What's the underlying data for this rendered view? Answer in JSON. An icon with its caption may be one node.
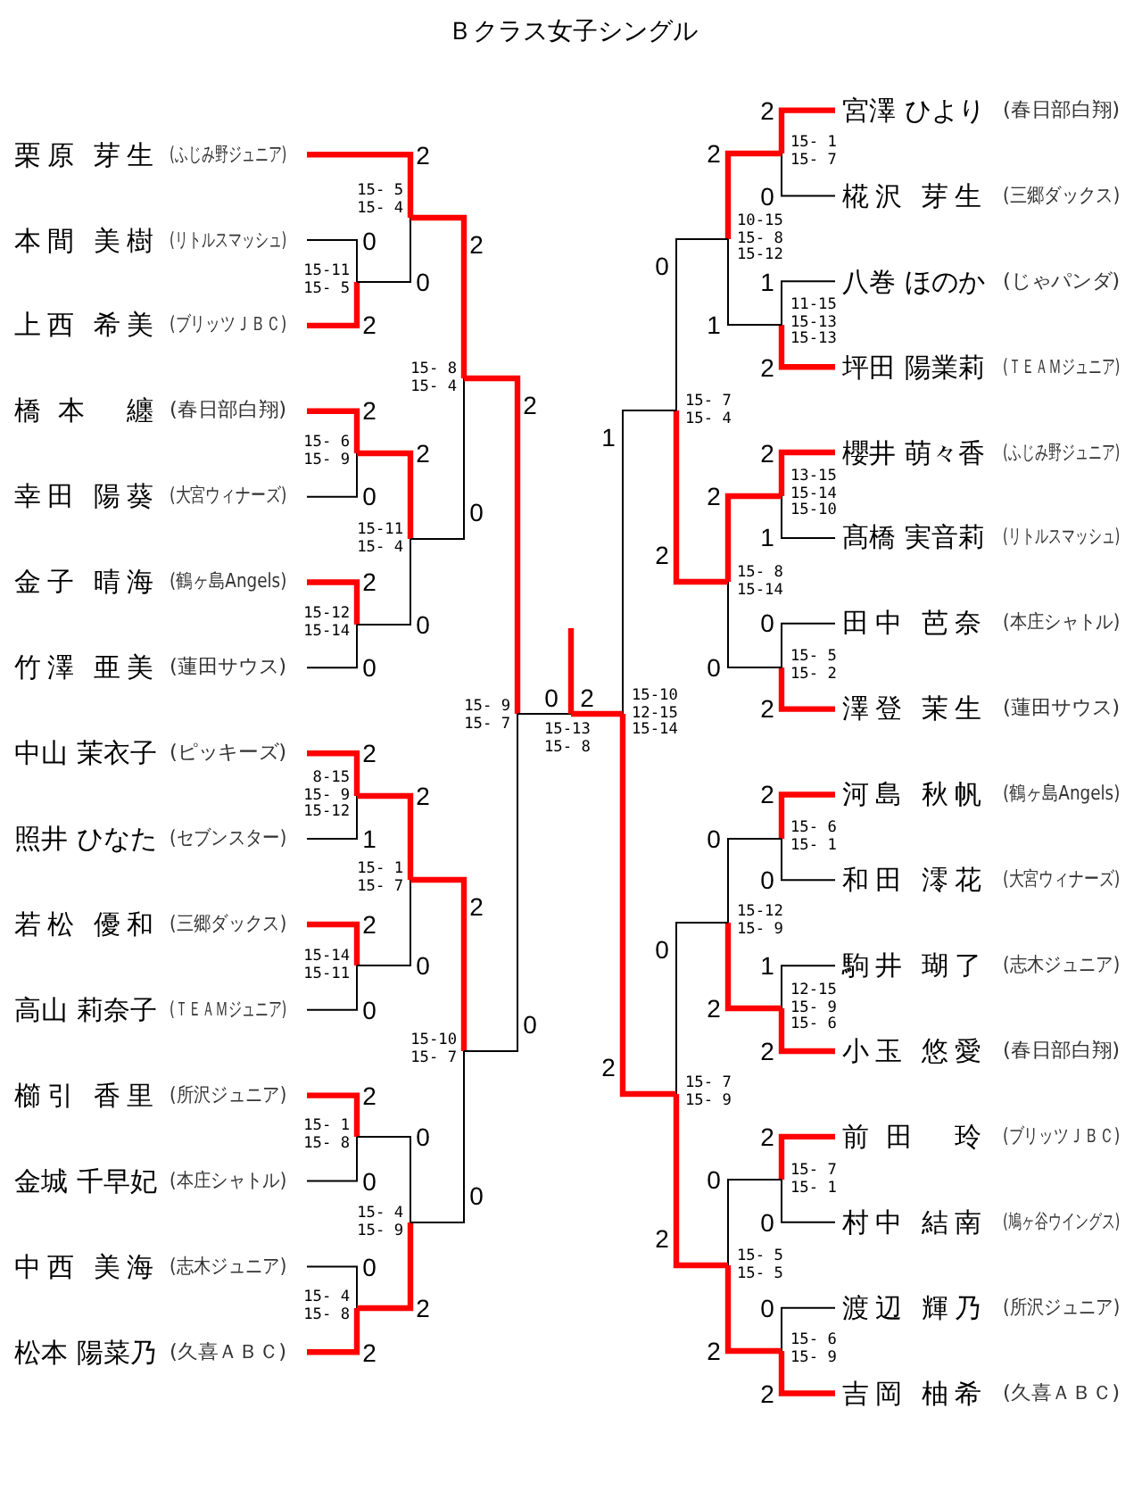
{
  "diagram": {
    "title": "Ｂクラス女子シングル",
    "nodes": [
      {
        "text": [
          "栗原 芽生",
          "(ふじみ野ジュニア)"
        ]
      },
      {
        "text": [
          "本間 美樹",
          "(リトルスマッシュ)"
        ]
      },
      {
        "text": [
          "上西 希美",
          "(ブリッツＪＢＣ)"
        ]
      },
      {
        "text": [
          "橋本 纏",
          "(春日部白翔)"
        ]
      },
      {
        "text": [
          "幸田 陽葵",
          "(大宮ウィナーズ)"
        ]
      },
      {
        "text": [
          "金子 晴海",
          "(鶴ヶ島Angels)"
        ]
      },
      {
        "text": [
          "竹澤 亜美",
          "(蓮田サウス)"
        ]
      },
      {
        "text": [
          "中山 茉衣子",
          "(ピッキーズ)"
        ]
      },
      {
        "text": [
          "照井 ひなた",
          "(セブンスター)"
        ]
      },
      {
        "text": [
          "若松 優和",
          "(三郷ダックス)"
        ]
      },
      {
        "text": [
          "高山 莉奈子",
          "(ＴＥＡＭジュニア)"
        ]
      },
      {
        "text": [
          "櫛引 香里",
          "(所沢ジュニア)"
        ]
      },
      {
        "text": [
          "金城 千早妃",
          "(本庄シャトル)"
        ]
      },
      {
        "text": [
          "中西 美海",
          "(志木ジュニア)"
        ]
      },
      {
        "text": [
          "松本 陽菜乃",
          "(久喜ＡＢＣ)"
        ]
      },
      {
        "text": [
          "宮澤 ひより",
          "(春日部白翔)"
        ]
      },
      {
        "text": [
          "椛沢 芽生",
          "(三郷ダックス)"
        ]
      },
      {
        "text": [
          "八巻 ほのか",
          "(じゃパンダ)"
        ]
      },
      {
        "text": [
          "坪田 陽業莉",
          "(ＴＥＡＭジュニア)"
        ]
      },
      {
        "text": [
          "櫻井 萌々香",
          "(ふじみ野ジュニア)"
        ]
      },
      {
        "text": [
          "髙橋 実音莉",
          "(リトルスマッシュ)"
        ]
      },
      {
        "text": [
          "田中 芭奈",
          "(本庄シャトル)"
        ]
      },
      {
        "text": [
          "澤登 茉生",
          "(蓮田サウス)"
        ]
      },
      {
        "text": [
          "河島 秋帆",
          "(鶴ヶ島Angels)"
        ]
      },
      {
        "text": [
          "和田 澪花",
          "(大宮ウィナーズ)"
        ]
      },
      {
        "text": [
          "駒井 瑚了",
          "(志木ジュニア)"
        ]
      },
      {
        "text": [
          "小玉 悠愛",
          "(春日部白翔)"
        ]
      },
      {
        "text": [
          "前田 玲",
          "(ブリッツＪＢＣ)"
        ]
      },
      {
        "text": [
          "村中 結南",
          "(鳩ヶ谷ウイングス)"
        ]
      },
      {
        "text": [
          "渡辺 輝乃",
          "(所沢ジュニア)"
        ]
      },
      {
        "text": [
          "吉岡 柚希",
          "(久喜ＡＢＣ)"
        ]
      },
      {
        "text": [
          "15-11",
          "15- 5"
        ]
      },
      {
        "text": [
          "15- 5",
          "15- 4"
        ]
      },
      {
        "text": [
          "15- 6",
          "15- 9"
        ]
      },
      {
        "text": [
          "15-12",
          "15-14"
        ]
      },
      {
        "text": [
          "15-11",
          "15- 4"
        ]
      },
      {
        "text": [
          "15- 8",
          "15- 4"
        ]
      },
      {
        "text": [
          "8-15",
          "15- 9",
          "15-12"
        ]
      },
      {
        "text": [
          "15-14",
          "15-11"
        ]
      },
      {
        "text": [
          "15- 1",
          "15- 7"
        ]
      },
      {
        "text": [
          "15- 1",
          "15- 8"
        ]
      },
      {
        "text": [
          "15- 4",
          "15- 8"
        ]
      },
      {
        "text": [
          "15- 4",
          "15- 9"
        ]
      },
      {
        "text": [
          "15-10",
          "15- 7"
        ]
      },
      {
        "text": [
          "15- 9",
          "15- 7"
        ]
      },
      {
        "text": [
          "15- 1",
          "15- 7"
        ]
      },
      {
        "text": [
          "11-15",
          "15-13",
          "15-13"
        ]
      },
      {
        "text": [
          "10-15",
          "15- 8",
          "15-12"
        ]
      },
      {
        "text": [
          "13-15",
          "15-14",
          "15-10"
        ]
      },
      {
        "text": [
          "15- 5",
          "15- 2"
        ]
      },
      {
        "text": [
          "15- 8",
          "15-14"
        ]
      },
      {
        "text": [
          "15- 7",
          "15- 4"
        ]
      },
      {
        "text": [
          "15- 6",
          "15- 1"
        ]
      },
      {
        "text": [
          "12-15",
          "15- 9",
          "15- 6"
        ]
      },
      {
        "text": [
          "15-12",
          "15- 9"
        ]
      },
      {
        "text": [
          "15- 7",
          "15- 1"
        ]
      },
      {
        "text": [
          "15- 6",
          "15- 9"
        ]
      },
      {
        "text": [
          "15- 5",
          "15- 5"
        ]
      },
      {
        "text": [
          "15- 7",
          "15- 9"
        ]
      },
      {
        "text": [
          "15-10",
          "12-15",
          "15-14"
        ]
      },
      {
        "text": [
          "15-13",
          "15- 8"
        ]
      }
    ],
    "edges": [
      {
        "from": 1,
        "to": 31,
        "arrow": "none",
        "label": "0",
        "color": "#000000"
      },
      {
        "from": 2,
        "to": 31,
        "arrow": "none",
        "label": "2"
      },
      {
        "from": 0,
        "to": 32,
        "arrow": "none",
        "label": "2"
      },
      {
        "from": 31,
        "to": 32,
        "arrow": "none",
        "label": "0",
        "color": "#000000"
      },
      {
        "from": 3,
        "to": 33,
        "arrow": "none",
        "label": "2"
      },
      {
        "from": 4,
        "to": 33,
        "arrow": "none",
        "label": "0",
        "color": "#000000"
      },
      {
        "from": 5,
        "to": 34,
        "arrow": "none",
        "label": "2"
      },
      {
        "from": 6,
        "to": 34,
        "arrow": "none",
        "label": "0",
        "color": "#000000"
      },
      {
        "from": 33,
        "to": 35,
        "arrow": "none",
        "label": "2"
      },
      {
        "from": 34,
        "to": 35,
        "arrow": "none",
        "label": "0",
        "color": "#000000"
      },
      {
        "from": 32,
        "to": 36,
        "arrow": "none",
        "label": "2"
      },
      {
        "from": 35,
        "to": 36,
        "arrow": "none",
        "label": "0",
        "color": "#000000"
      },
      {
        "from": 7,
        "to": 37,
        "arrow": "none",
        "label": "2"
      },
      {
        "from": 8,
        "to": 37,
        "arrow": "none",
        "label": "1",
        "color": "#000000"
      },
      {
        "from": 9,
        "to": 38,
        "arrow": "none",
        "label": "2"
      },
      {
        "from": 10,
        "to": 38,
        "arrow": "none",
        "label": "0",
        "color": "#000000"
      },
      {
        "from": 37,
        "to": 39,
        "arrow": "none",
        "label": "2"
      },
      {
        "from": 38,
        "to": 39,
        "arrow": "none",
        "label": "0",
        "color": "#000000"
      },
      {
        "from": 11,
        "to": 40,
        "arrow": "none",
        "label": "2"
      },
      {
        "from": 12,
        "to": 40,
        "arrow": "none",
        "label": "0",
        "color": "#000000"
      },
      {
        "from": 13,
        "to": 41,
        "arrow": "none",
        "label": "0",
        "color": "#000000"
      },
      {
        "from": 14,
        "to": 41,
        "arrow": "none",
        "label": "2"
      },
      {
        "from": 40,
        "to": 42,
        "arrow": "none",
        "label": "0",
        "color": "#000000"
      },
      {
        "from": 41,
        "to": 42,
        "arrow": "none",
        "label": "2"
      },
      {
        "from": 39,
        "to": 43,
        "arrow": "none",
        "label": "2"
      },
      {
        "from": 42,
        "to": 43,
        "arrow": "none",
        "label": "0",
        "color": "#000000"
      },
      {
        "from": 36,
        "to": 44,
        "arrow": "none",
        "label": "2"
      },
      {
        "from": 43,
        "to": 44,
        "arrow": "none",
        "label": "0",
        "color": "#000000"
      },
      {
        "from": 15,
        "to": 45,
        "arrow": "none",
        "label": "2"
      },
      {
        "from": 16,
        "to": 45,
        "arrow": "none",
        "label": "0",
        "color": "#000000"
      },
      {
        "from": 17,
        "to": 46,
        "arrow": "none",
        "label": "1",
        "color": "#000000"
      },
      {
        "from": 18,
        "to": 46,
        "arrow": "none",
        "label": "2"
      },
      {
        "from": 45,
        "to": 47,
        "arrow": "none",
        "label": "2"
      },
      {
        "from": 46,
        "to": 47,
        "arrow": "none",
        "label": "1",
        "color": "#000000"
      },
      {
        "from": 19,
        "to": 48,
        "arrow": "none",
        "label": "2"
      },
      {
        "from": 20,
        "to": 48,
        "arrow": "none",
        "label": "1",
        "color": "#000000"
      },
      {
        "from": 21,
        "to": 49,
        "arrow": "none",
        "label": "0",
        "color": "#000000"
      },
      {
        "from": 22,
        "to": 49,
        "arrow": "none",
        "label": "2"
      },
      {
        "from": 48,
        "to": 50,
        "arrow": "none",
        "label": "2"
      },
      {
        "from": 49,
        "to": 50,
        "arrow": "none",
        "label": "0",
        "color": "#000000"
      },
      {
        "from": 47,
        "to": 51,
        "arrow": "none",
        "label": "0",
        "color": "#000000"
      },
      {
        "from": 50,
        "to": 51,
        "arrow": "none",
        "label": "2"
      },
      {
        "from": 23,
        "to": 52,
        "arrow": "none",
        "label": "2"
      },
      {
        "from": 24,
        "to": 52,
        "arrow": "none",
        "label": "0",
        "color": "#000000"
      },
      {
        "from": 25,
        "to": 53,
        "arrow": "none",
        "label": "1",
        "color": "#000000"
      },
      {
        "from": 26,
        "to": 53,
        "arrow": "none",
        "label": "2"
      },
      {
        "from": 52,
        "to": 54,
        "arrow": "none",
        "label": "0",
        "color": "#000000"
      },
      {
        "from": 53,
        "to": 54,
        "arrow": "none",
        "label": "2"
      },
      {
        "from": 27,
        "to": 55,
        "arrow": "none",
        "label": "2"
      },
      {
        "from": 28,
        "to": 55,
        "arrow": "none",
        "label": "0",
        "color": "#000000"
      },
      {
        "from": 29,
        "to": 56,
        "arrow": "none",
        "label": "0",
        "color": "#000000"
      },
      {
        "from": 30,
        "to": 56,
        "arrow": "none",
        "label": "2"
      },
      {
        "from": 55,
        "to": 57,
        "arrow": "none",
        "label": "0",
        "color": "#000000"
      },
      {
        "from": 56,
        "to": 57,
        "arrow": "none",
        "label": "2"
      },
      {
        "from": 54,
        "to": 58,
        "arrow": "none",
        "label": "0",
        "color": "#000000"
      },
      {
        "from": 57,
        "to": 58,
        "arrow": "none",
        "label": "2"
      },
      {
        "from": 51,
        "to": 59,
        "arrow": "none",
        "label": "1",
        "color": "#000000"
      },
      {
        "from": 58,
        "to": 59,
        "arrow": "none",
        "label": "2"
      },
      {
        "from": 44,
        "to": 60,
        "arrow": "none",
        "label": "0",
        "color": "#000000"
      },
      {
        "from": 59,
        "to": 60,
        "arrow": "none",
        "label": "2"
      },
      {
        "from": 60,
        "to": null,
        "arrow": "none"
      }
    ]
  }
}
